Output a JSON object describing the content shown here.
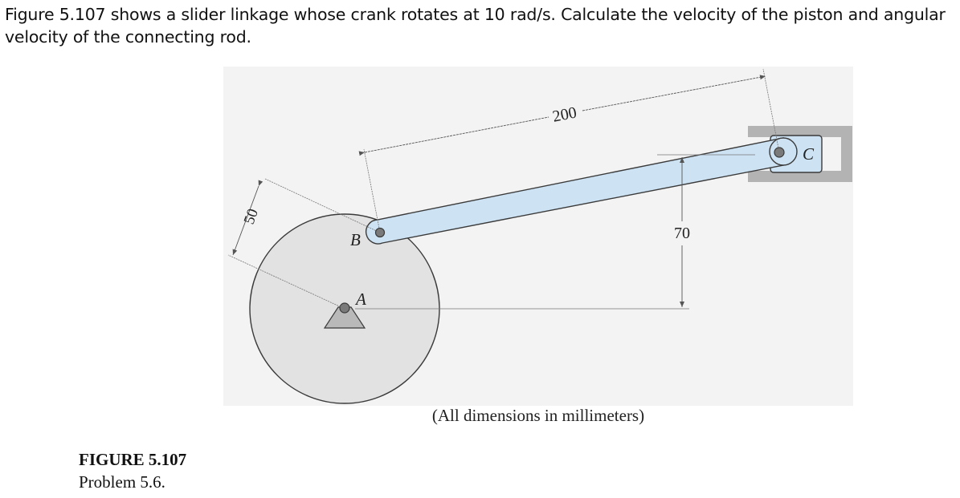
{
  "question": {
    "line1": "Figure 5.107 shows a slider linkage whose crank rotates at 10 rad/s. Calculate the velocity of the piston and angular",
    "line2": "velocity of the connecting rod."
  },
  "diagram": {
    "labels": {
      "point_a": "A",
      "point_b": "B",
      "point_c": "C"
    },
    "dimensions": {
      "crank_radius": "50",
      "rod_length": "200",
      "offset": "70"
    },
    "note": "(All dimensions in millimeters)",
    "colors": {
      "disk_fill": "#e2e2e2",
      "rod_fill": "#cde3f4",
      "slider_guide": "#b3b3b3",
      "panel_background": "#f3f3f3"
    }
  },
  "caption": {
    "figure_label": "FIGURE 5.107",
    "subtitle": "Problem 5.6."
  }
}
